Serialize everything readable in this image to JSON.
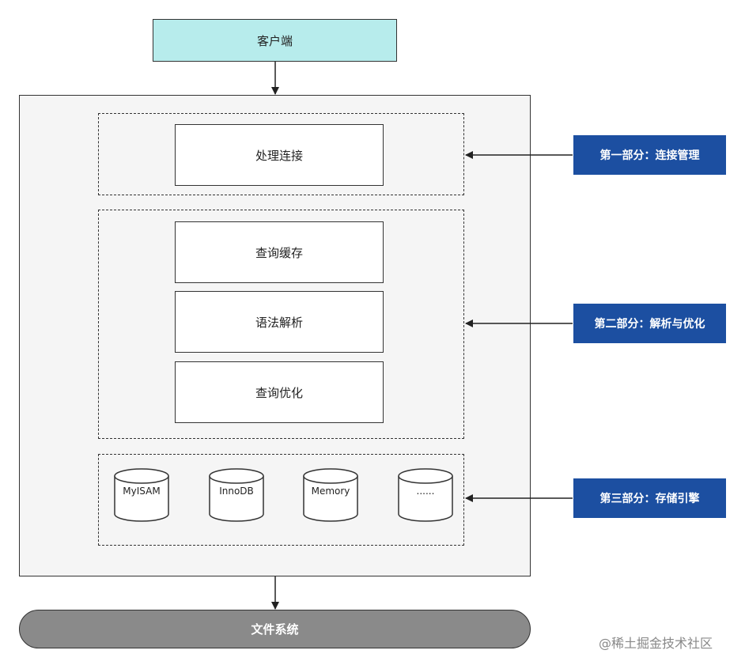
{
  "client": "客户端",
  "steps": {
    "connect": "处理连接",
    "cache": "查询缓存",
    "parse": "语法解析",
    "optimize": "查询优化"
  },
  "engines": [
    "MyISAM",
    "InnoDB",
    "Memory",
    "......"
  ],
  "parts": {
    "part1": "第一部分：连接管理",
    "part2": "第二部分：解析与优化",
    "part3": "第三部分：存储引擎"
  },
  "filesystem": "文件系统",
  "watermark": "@稀土掘金技术社区",
  "colors": {
    "client_fill": "#b7ecec",
    "label_fill": "#1c4fa1",
    "server_fill": "#f5f5f5",
    "filesystem_fill": "#8a8a8a"
  }
}
